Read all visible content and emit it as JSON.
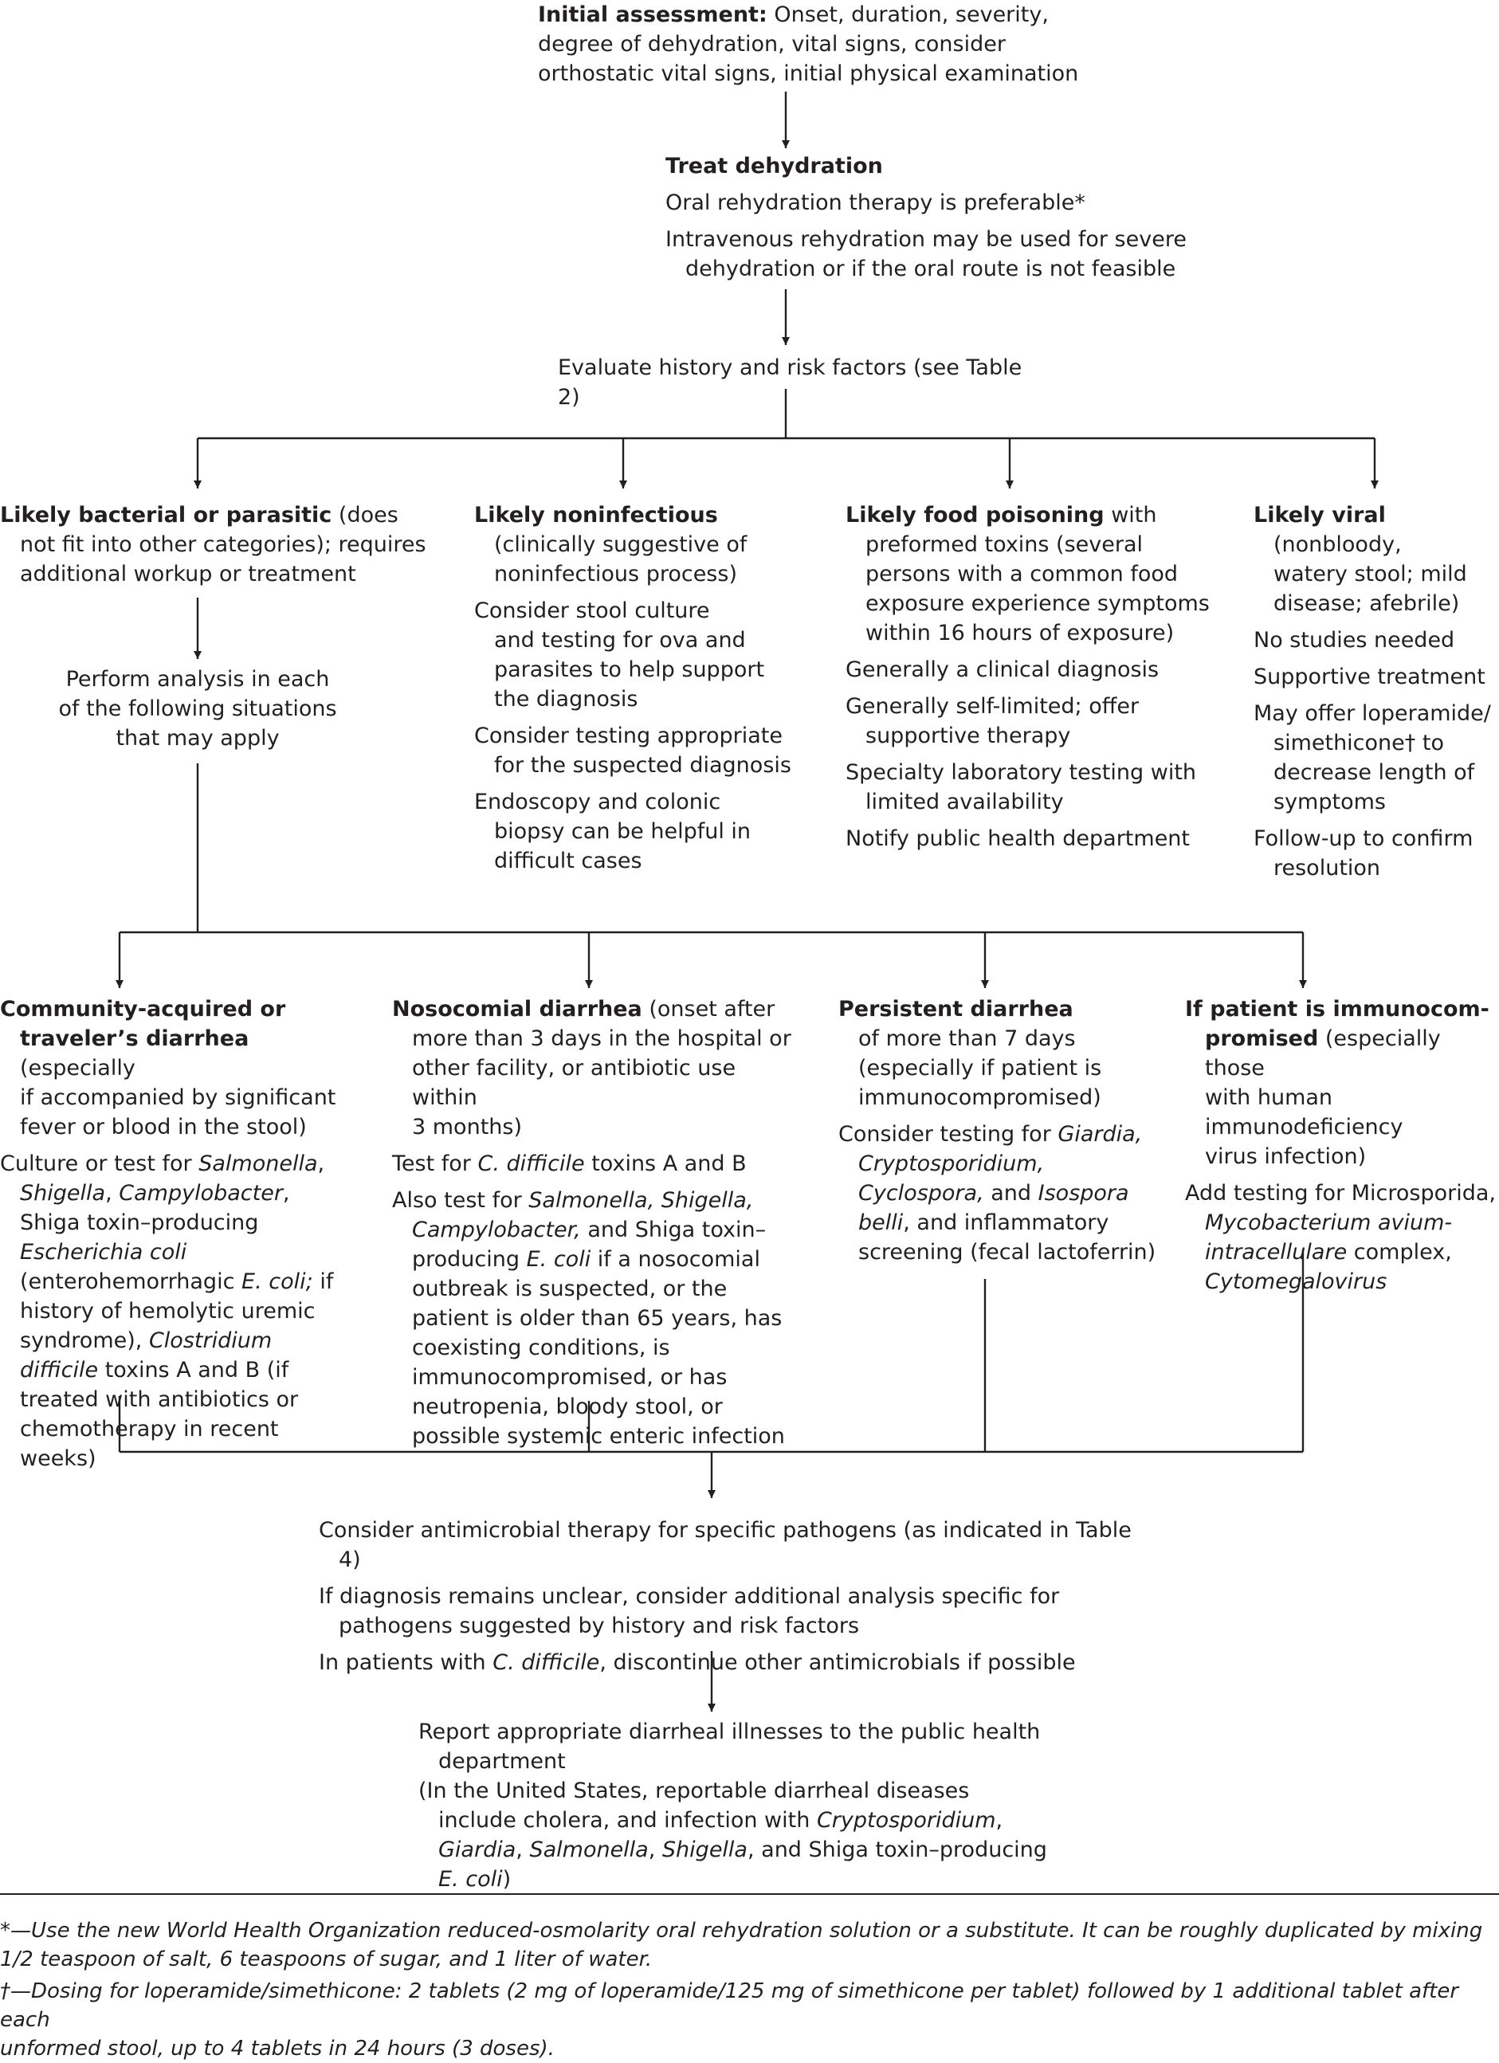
{
  "initial": {
    "heading": "Initial assessment:",
    "lines": [
      "Onset, duration, severity,",
      "degree of dehydration, vital signs, consider",
      "orthostatic vital signs, initial physical examination"
    ]
  },
  "dehydration": {
    "heading": "Treat dehydration",
    "oral": "Oral rehydration therapy is preferable*",
    "iv": [
      "Intravenous rehydration may be used for severe",
      "dehydration or if the oral route is not feasible"
    ]
  },
  "evaluate": "Evaluate history and risk factors (see Table 2)",
  "bacterial": {
    "heading": "Likely bacterial or parasitic",
    "desc": [
      "(does",
      "not fit into other categories); requires",
      "additional workup or treatment"
    ],
    "analysis": [
      "Perform analysis in each",
      "of the following situations",
      "that may apply"
    ]
  },
  "noninfectious": {
    "heading": "Likely noninfectious",
    "desc": [
      "(clinically suggestive of",
      "noninfectious process)"
    ],
    "stool": [
      "Consider stool culture",
      "and testing for ova and",
      "parasites to help support",
      "the diagnosis"
    ],
    "testing": [
      "Consider testing appropriate",
      "for the suspected diagnosis"
    ],
    "endoscopy": [
      "Endoscopy and colonic",
      "biopsy can be helpful in",
      "difficult cases"
    ]
  },
  "food": {
    "heading": "Likely food poisoning",
    "desc": [
      "with",
      "preformed toxins (several",
      "persons with a common food",
      "exposure experience symptoms",
      "within 16 hours of exposure)"
    ],
    "clinical": "Generally a clinical diagnosis",
    "limited": [
      "Generally self-limited; offer",
      "supportive therapy"
    ],
    "specialty": [
      "Specialty laboratory testing with",
      "limited availability"
    ],
    "notify": "Notify public health department"
  },
  "viral": {
    "heading": "Likely viral",
    "desc": [
      "(nonbloody,",
      "watery stool; mild",
      "disease; afebrile)"
    ],
    "nostudies": "No studies needed",
    "supportive": "Supportive treatment",
    "loperamide": [
      "May offer loperamide/",
      "simethicone† to",
      "decrease length of",
      "symptoms"
    ],
    "followup": [
      "Follow-up to confirm",
      "resolution"
    ]
  },
  "community": {
    "heading": [
      "Community-acquired or",
      "traveler’s diarrhea"
    ],
    "desc": [
      "(especially",
      "if accompanied by significant",
      "fever or blood in the stool)"
    ],
    "culture": {
      "t1": "Culture or test for",
      "i1": "Salmonella",
      "t2": ",",
      "i2": "Shigella",
      "t3": ",",
      "i3": "Campylobacter",
      "t4": ", Shiga toxin–producing",
      "i4": "Escherichia coli",
      "t5": "(enterohemorrhagic",
      "i5": "E. coli;",
      "t6": "if history of hemolytic uremic syndrome),",
      "i6": "Clostridium difficile",
      "t7": "toxins A and B (if treated with antibiotics or chemotherapy in recent weeks)"
    }
  },
  "nosocomial": {
    "heading": "Nosocomial diarrhea",
    "desc": [
      "(onset after",
      "more than 3 days in the hospital or",
      "other facility, or antibiotic use within",
      "3 months)"
    ],
    "test": {
      "t1": "Test for",
      "i1": "C. difficile",
      "t2": "toxins A and B"
    },
    "also": {
      "t1": "Also test for",
      "i1": "Salmonella, Shigella, Campylobacter,",
      "t2": "and Shiga toxin–producing",
      "i2": "E. coli",
      "t3": "if a nosocomial outbreak is suspected, or the patient is older than 65 years, has coexisting conditions, is immunocompromised, or has neutropenia, bloody stool, or possible systemic enteric infection"
    }
  },
  "persistent": {
    "heading": "Persistent diarrhea",
    "desc": [
      "of more than 7 days",
      "(especially if patient is",
      "immunocompromised)"
    ],
    "consider": {
      "t1": "Consider testing for",
      "i1": "Giardia, Cryptosporidium, Cyclospora,",
      "t2": "and",
      "i2": "Isospora belli",
      "t3": ", and inflammatory screening (fecal lactoferrin)"
    }
  },
  "immuno": {
    "heading": [
      "If patient is immunocom-",
      "promised"
    ],
    "desc": [
      "(especially those",
      "with human immunodeficiency",
      "virus infection)"
    ],
    "add": {
      "t1": "Add testing for Microsporida,",
      "i1": "Mycobacterium avium-intracellulare",
      "t2": "complex,",
      "i2": "Cytomegalovirus"
    }
  },
  "therapy": {
    "antimicrobial": "Consider antimicrobial therapy for specific pathogens (as indicated in Table 4)",
    "unclear": "If diagnosis remains unclear, consider additional analysis specific for pathogens suggested by history and risk factors",
    "cdiff": {
      "t1": "In patients with",
      "i1": "C. difficile",
      "t2": ", discontinue other antimicrobials if possible"
    }
  },
  "report": {
    "line1": "Report appropriate diarrheal illnesses to the public health department",
    "line2": {
      "t1": "(In the United States, reportable diarrheal diseases include cholera, and infection with",
      "i1": "Cryptosporidium",
      "t2": ",",
      "i2": "Giardia",
      "t3": ",",
      "i3": "Salmonella",
      "t4": ",",
      "i4": "Shigella",
      "t5": ", and Shiga toxin–producing",
      "i5": "E. coli",
      "t6": ")"
    }
  },
  "footnotes": {
    "star": [
      "*—Use the new World Health Organization reduced-osmolarity oral rehydration solution or a substitute. It can be roughly duplicated by mixing",
      "1/2 teaspoon of salt, 6 teaspoons of sugar, and 1 liter of water."
    ],
    "dagger": [
      "†—Dosing for loperamide/simethicone: 2 tablets (2 mg of loperamide/125 mg of simethicone per tablet) followed by 1 additional tablet after each",
      "unformed stool, up to 4 tablets in 24 hours (3 doses)."
    ]
  },
  "colors": {
    "ink": "#231f20",
    "background": "#ffffff"
  }
}
